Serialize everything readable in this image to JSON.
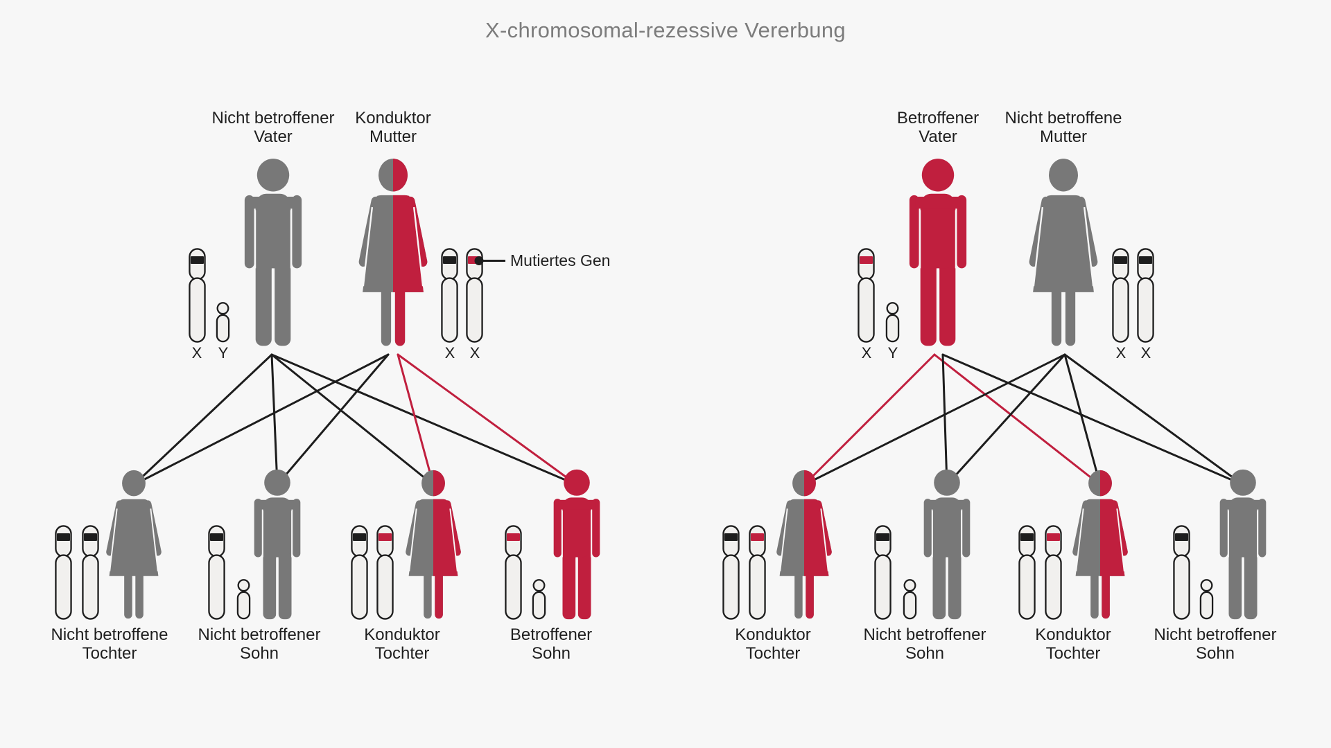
{
  "title": "X-chromosomal-rezessive Vererbung",
  "annotation": {
    "label": "Mutiertes Gen"
  },
  "chromosome_labels": {
    "x": "X",
    "y": "Y"
  },
  "colors": {
    "affected_red": "#c01f3e",
    "unaffected_gray": "#787878",
    "background": "#f7f7f7",
    "line_black": "#1d1d1d",
    "chromosome_fill": "#f1f0ee",
    "chromosome_outline": "#1d1d1d",
    "text_dark": "#1f1f1f",
    "title_gray": "#7c7c7c"
  },
  "left_panel": {
    "father": {
      "line1": "Nicht betroffener",
      "line2": "Vater",
      "status": "unaffected"
    },
    "mother": {
      "line1": "Konduktor",
      "line2": "Mutter",
      "status": "carrier"
    },
    "children": [
      {
        "line1": "Nicht betroffene",
        "line2": "Tochter",
        "status": "unaffected"
      },
      {
        "line1": "Nicht betroffener",
        "line2": "Sohn",
        "status": "unaffected"
      },
      {
        "line1": "Konduktor",
        "line2": "Tochter",
        "status": "carrier"
      },
      {
        "line1": "Betroffener",
        "line2": "Sohn",
        "status": "affected"
      }
    ]
  },
  "right_panel": {
    "father": {
      "line1": "Betroffener",
      "line2": "Vater",
      "status": "affected"
    },
    "mother": {
      "line1": "Nicht betroffene",
      "line2": "Mutter",
      "status": "unaffected"
    },
    "children": [
      {
        "line1": "Konduktor",
        "line2": "Tochter",
        "status": "carrier"
      },
      {
        "line1": "Nicht betroffener",
        "line2": "Sohn",
        "status": "unaffected"
      },
      {
        "line1": "Konduktor",
        "line2": "Tochter",
        "status": "carrier"
      },
      {
        "line1": "Nicht betroffener",
        "line2": "Sohn",
        "status": "unaffected"
      }
    ]
  }
}
